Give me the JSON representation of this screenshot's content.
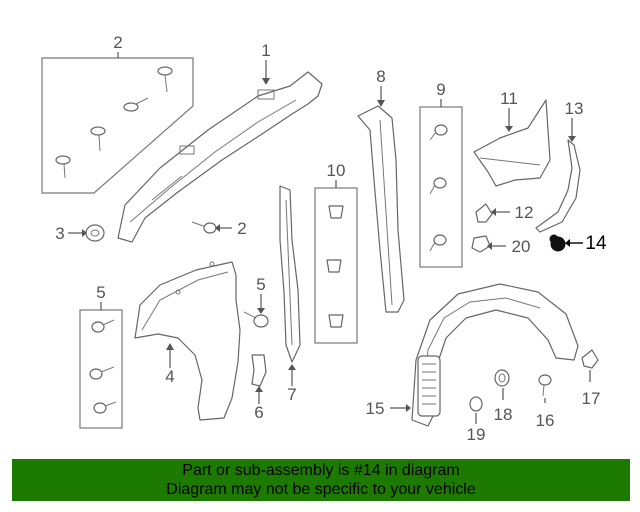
{
  "diagram": {
    "callouts": {
      "c1": "1",
      "c2a": "2",
      "c2b": "2",
      "c3": "3",
      "c4": "4",
      "c5": "5",
      "c6": "6",
      "c7": "7",
      "c8": "8",
      "c9": "9",
      "c10": "10",
      "c11": "11",
      "c12": "12",
      "c13": "13",
      "c14": "14",
      "c15": "15",
      "c16": "16",
      "c17": "17",
      "c18": "18",
      "c19": "19",
      "c20": "20"
    },
    "highlighted_part": "14"
  },
  "banner": {
    "line1": "Part or sub-assembly is #14 in diagram",
    "line2": "Diagram may not be specific to your vehicle",
    "color": "#1d7a00"
  }
}
